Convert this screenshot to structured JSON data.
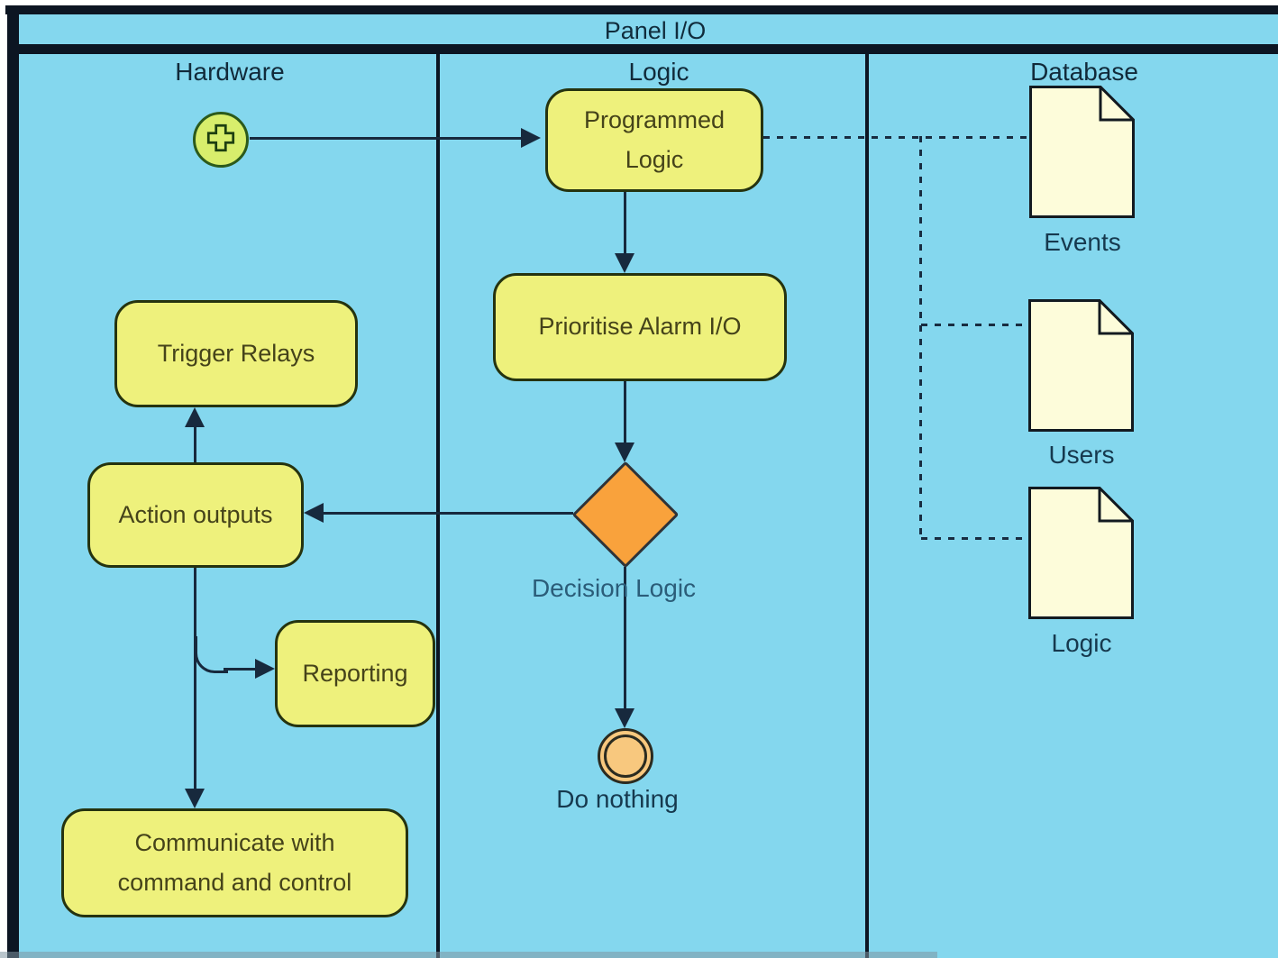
{
  "diagram": {
    "title": "Panel I/O",
    "lanes": [
      {
        "name": "Hardware"
      },
      {
        "name": "Logic"
      },
      {
        "name": "Database"
      }
    ],
    "nodes": {
      "start_event": {
        "type": "start-event",
        "icon": "plus-icon"
      },
      "programmed_logic": {
        "type": "task",
        "lines": [
          "Programmed",
          "Logic"
        ]
      },
      "prioritise_alarm": {
        "type": "task",
        "label": "Prioritise Alarm I/O"
      },
      "trigger_relays": {
        "type": "task",
        "label": "Trigger Relays"
      },
      "action_outputs": {
        "type": "task",
        "label": "Action outputs"
      },
      "reporting": {
        "type": "task",
        "label": "Reporting"
      },
      "communicate": {
        "type": "task",
        "lines": [
          "Communicate with",
          "command and control"
        ]
      },
      "decision": {
        "type": "gateway",
        "label": "Decision Logic"
      },
      "end_event": {
        "type": "end-event",
        "label": "Do nothing"
      },
      "events_doc": {
        "type": "document",
        "label": "Events"
      },
      "users_doc": {
        "type": "document",
        "label": "Users"
      },
      "logic_doc": {
        "type": "document",
        "label": "Logic"
      }
    },
    "colors": {
      "background": "#84d7ee",
      "frame": "#0c1522",
      "task_fill": "#eef17c",
      "task_border": "#25330f",
      "task_text": "#45431a",
      "connector": "#17293d",
      "start_fill": "#d8ee6c",
      "start_border": "#2c5a1b",
      "gateway_fill": "#f9a23c",
      "end_fill": "#f8c87e",
      "document_fill": "#fdfcda",
      "label_text": "#16394e"
    }
  }
}
